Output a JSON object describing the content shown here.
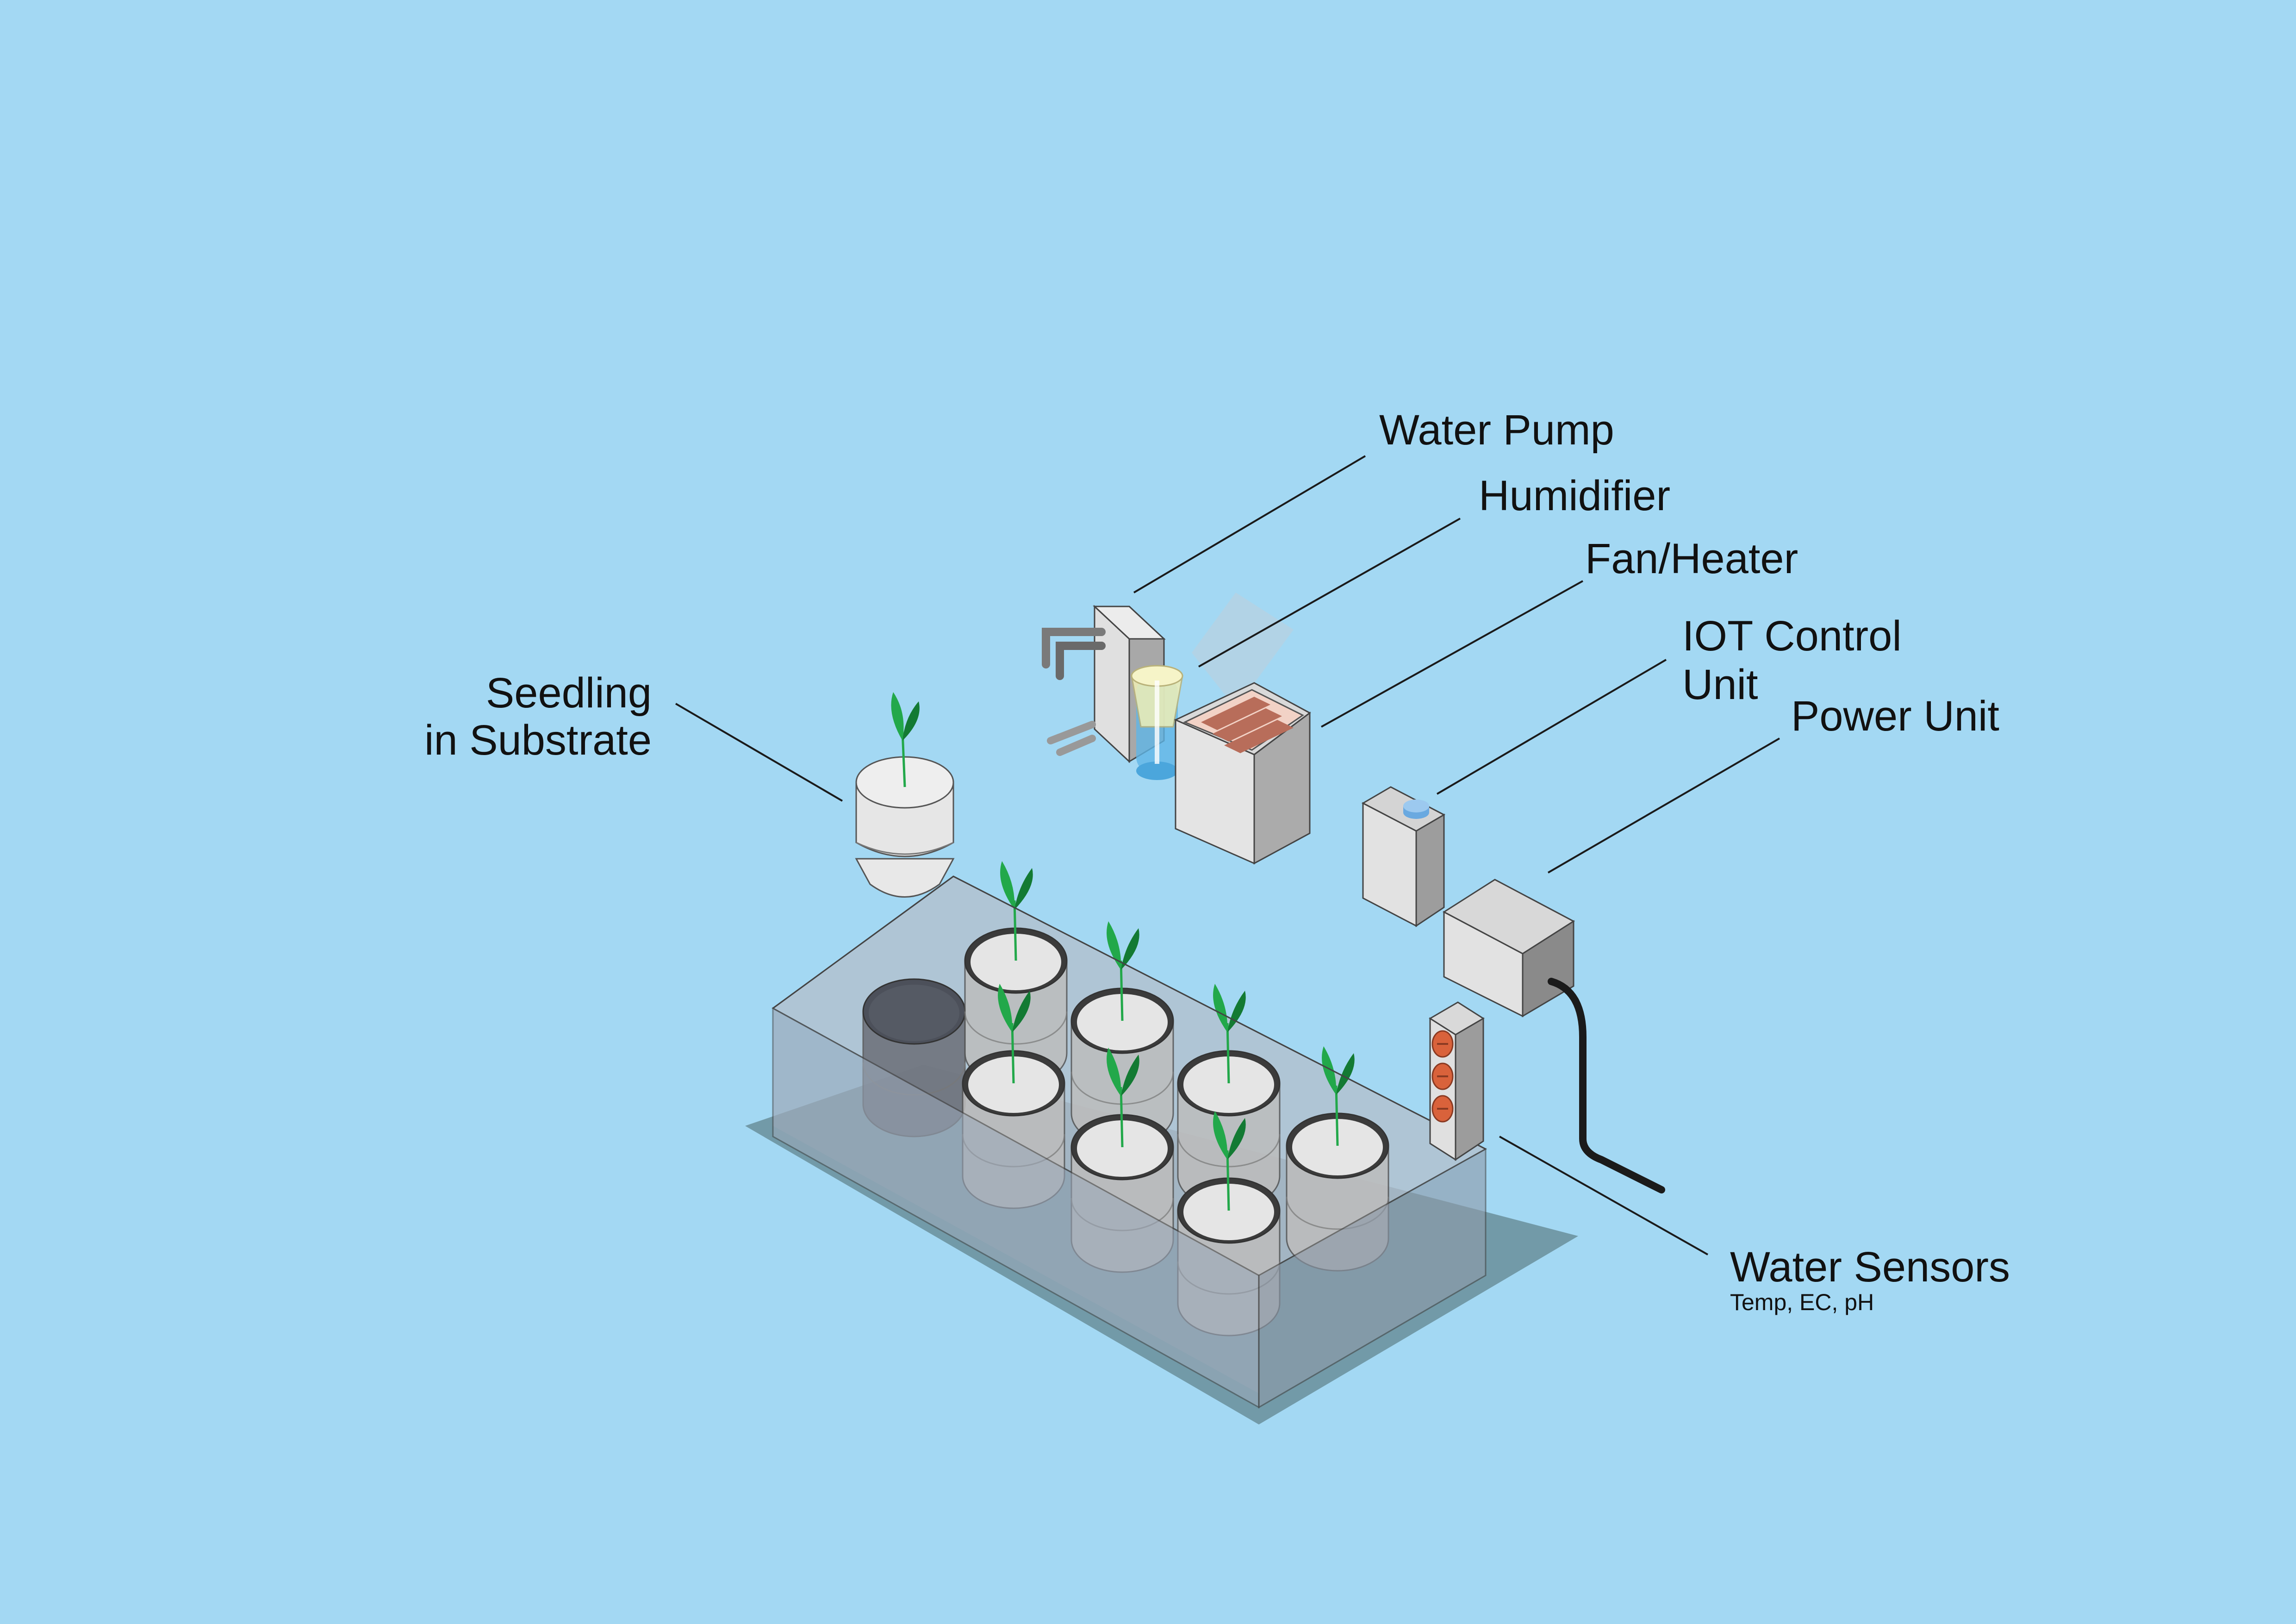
{
  "background_color": "#a3d8f3",
  "labels": {
    "water_pump": "Water Pump",
    "humidifier": "Humidifier",
    "fan_heater": "Fan/Heater",
    "iot_line1": "IOT Control",
    "iot_line2": "Unit",
    "power_unit": "Power Unit",
    "seedling_line1": "Seedling",
    "seedling_line2": "in Substrate",
    "water_sensors": "Water Sensors",
    "water_sensors_sub": "Temp, EC, pH"
  },
  "colors": {
    "leaf": "#22a84a",
    "leaf_dark": "#137a33",
    "device_light": "#e2e2e2",
    "device_mid": "#c8c8c8",
    "device_dark": "#9a9a9a",
    "tank": "#a7b3c2",
    "socket": "#d9623b",
    "heater_grill": "#b86d5a",
    "iot_button": "#6aa9e0"
  }
}
